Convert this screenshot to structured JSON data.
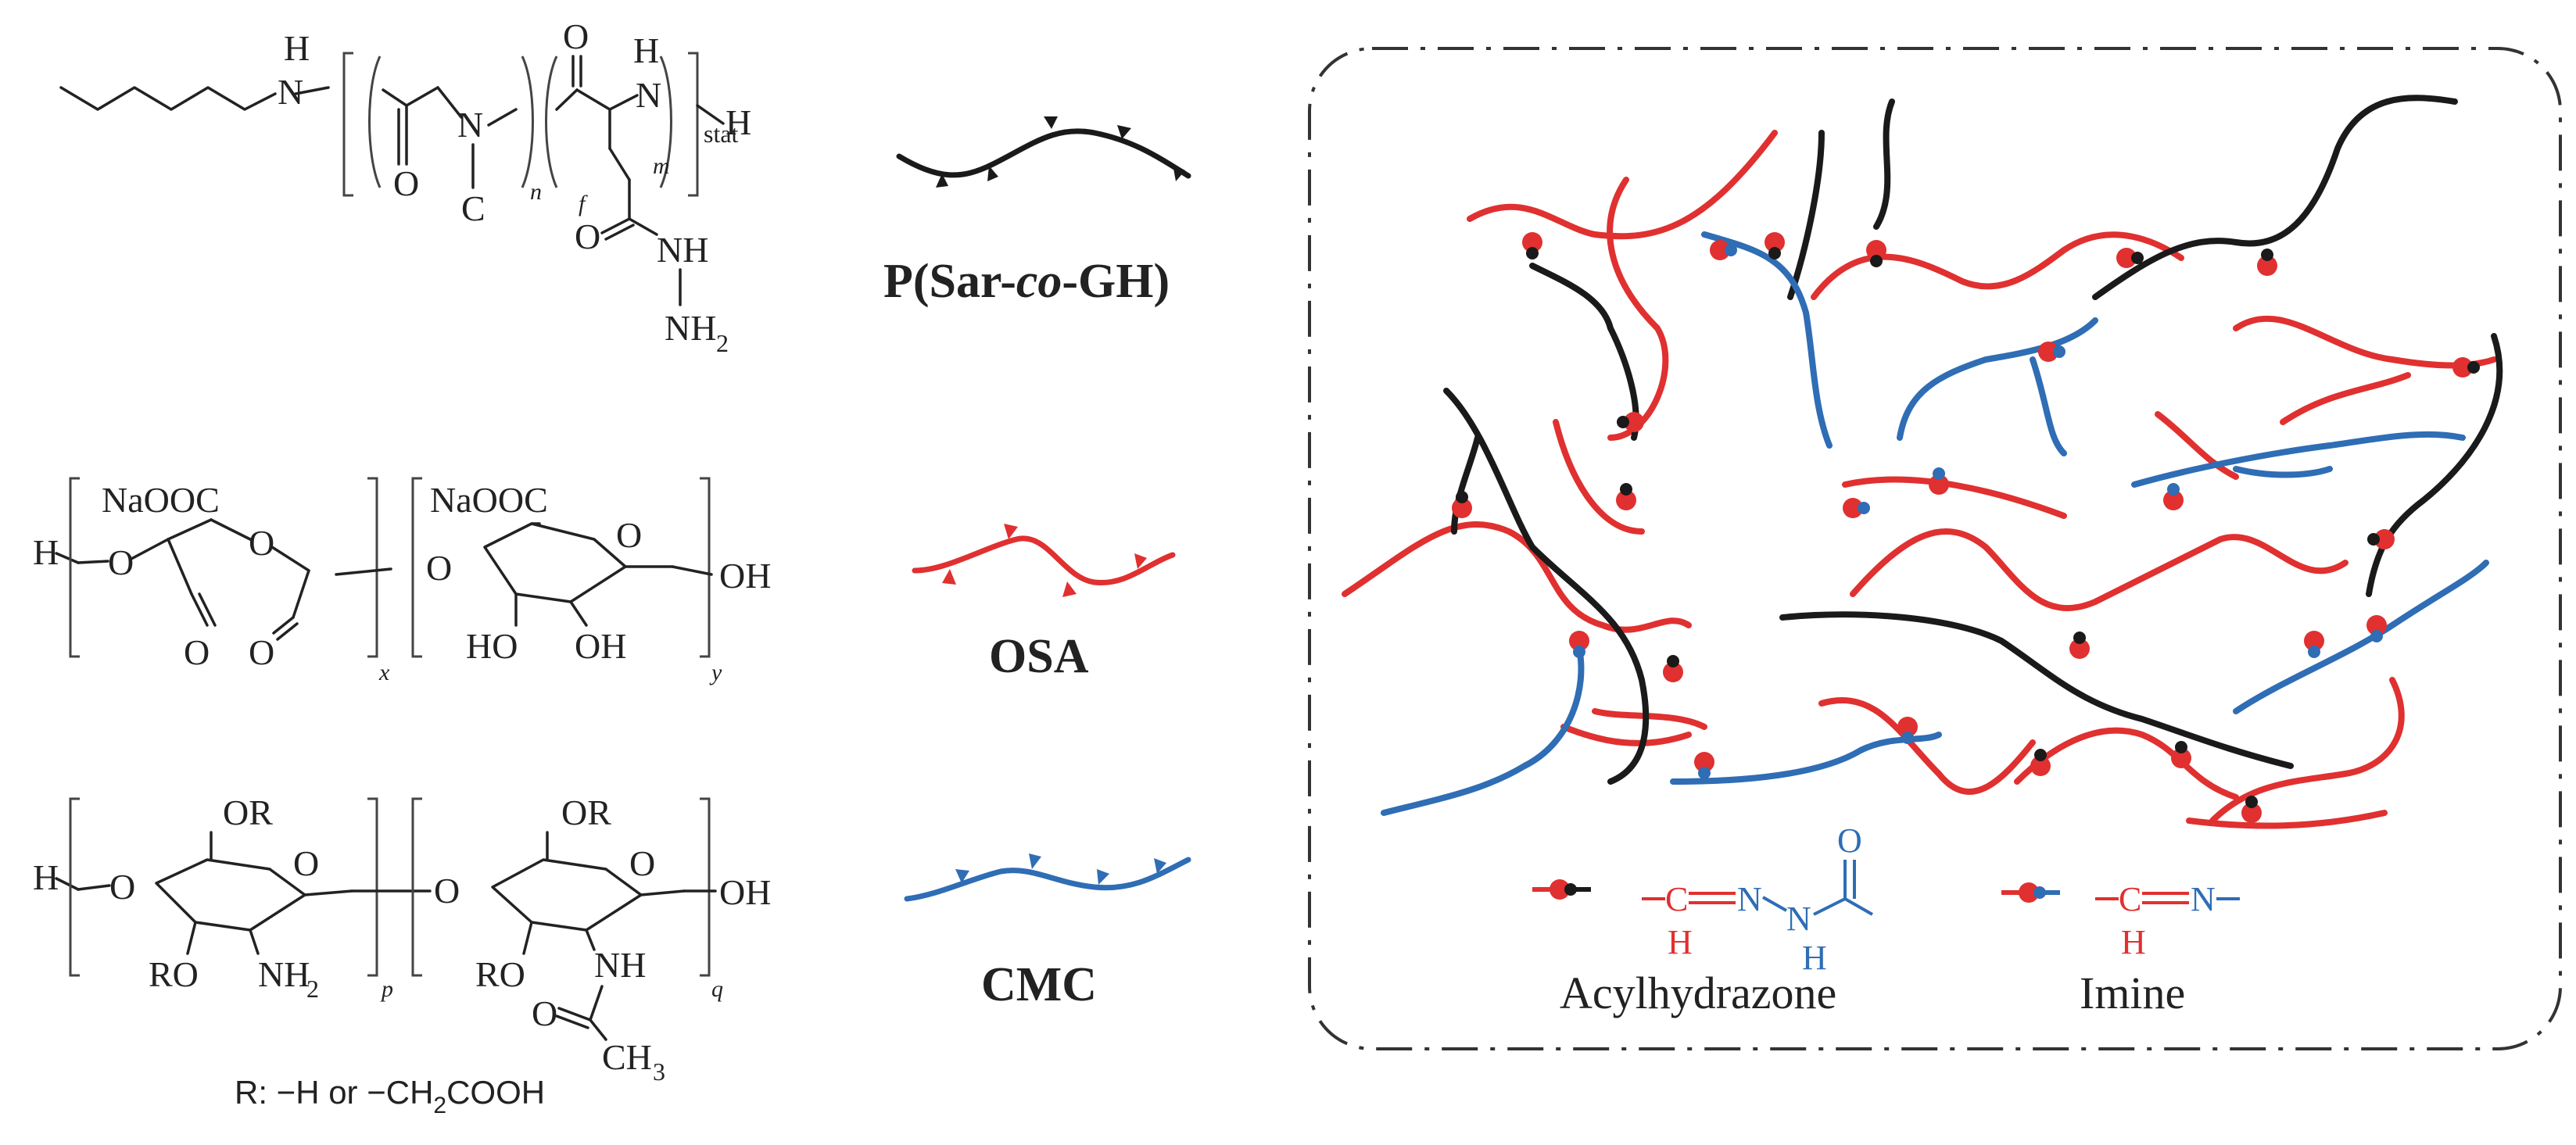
{
  "chem_text": {
    "psar": {
      "N": "N",
      "H_top": "H",
      "O1": "O",
      "N_sar": "N",
      "C_methyl": "C",
      "n": "n",
      "O2": "O",
      "N_gh": "N",
      "H_gh": "H",
      "m": "m",
      "stat": "stat",
      "H_end": "H",
      "f": "f",
      "O3": "O",
      "NH": "NH",
      "NH2": "NH",
      "NH2_sub": "2"
    },
    "osa": {
      "H_start": "H",
      "NaOOC_1": "NaOOC",
      "NaOOC_2": "NaOOC",
      "O_ring1": "O",
      "O_ring2": "O",
      "O_link1": "O",
      "O_link2": "O",
      "O_ald1": "O",
      "O_ald2": "O",
      "HO": "HO",
      "OH_ring": "OH",
      "OH_end": "OH",
      "x": "x",
      "y": "y"
    },
    "cmc": {
      "H_start": "H",
      "OR_1": "OR",
      "OR_2": "OR",
      "O_ring1": "O",
      "O_ring2": "O",
      "O_link1": "O",
      "O_link2": "O",
      "RO_1": "RO",
      "RO_2": "RO",
      "NH2": "NH",
      "NH2_sub": "2",
      "NH": "NH",
      "O_acetyl": "O",
      "CH3": "CH",
      "CH3_sub": "3",
      "OH_end": "OH",
      "p": "p",
      "q": "q"
    },
    "r_note": {
      "prefix": "R: −H or −CH",
      "sub": "2",
      "suffix": "COOH"
    }
  },
  "polymer_labels": {
    "psar_pre": "P(Sar-",
    "psar_co": "co",
    "psar_post": "-GH)",
    "osa": "OSA",
    "cmc": "CMC"
  },
  "legend": {
    "acyl_label": "Acylhydrazone",
    "imine_label": "Imine",
    "acyl_C": "C",
    "acyl_H": "H",
    "acyl_N1": "N",
    "acyl_N2": "N",
    "acyl_NH": "H",
    "acyl_O": "O",
    "imine_C": "C",
    "imine_H": "H",
    "imine_N": "N"
  },
  "colors": {
    "black_chain": "#1a1a1a",
    "red_chain": "#e03030",
    "blue_chain": "#2f6db5",
    "text": "#222222",
    "frame": "#333333"
  }
}
